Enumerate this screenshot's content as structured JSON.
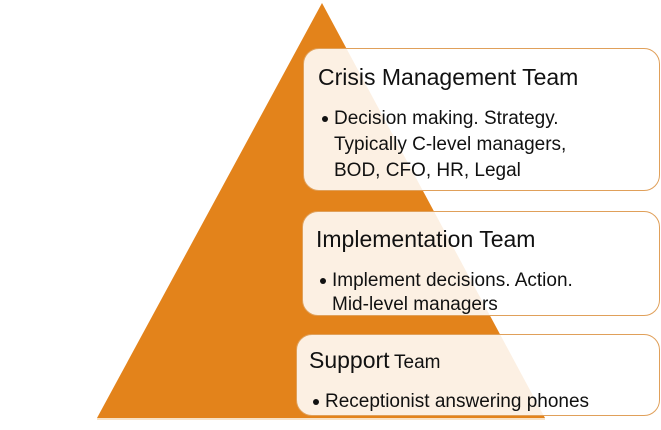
{
  "colors": {
    "pyramid_fill": "#E3831B",
    "box_border": "#E0A05A",
    "box_fill": "#FBF1E6",
    "text": "#111111"
  },
  "diagram": {
    "type": "pyramid",
    "levels": [
      {
        "title": "Crisis Management Team",
        "bullet_lines": [
          "Decision making. Strategy.",
          "Typically C-level managers,",
          "BOD, CFO, HR, Legal"
        ]
      },
      {
        "title": "Implementation Team",
        "bullet_lines": [
          "Implement decisions. Action.",
          "Mid-level managers"
        ]
      },
      {
        "title_main": "Support",
        "title_suffix": "Team",
        "bullet_lines": [
          "Receptionist answering phones"
        ]
      }
    ]
  }
}
